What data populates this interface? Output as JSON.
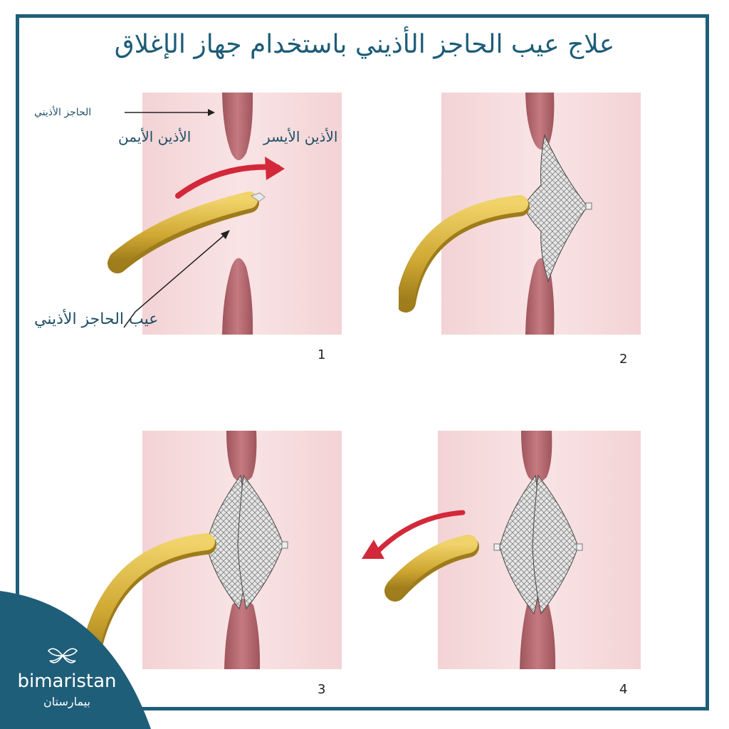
{
  "title": "علاج عيب الحاجز الأذيني باستخدام جهاز الإغلاق",
  "labels": {
    "septum": "الحاجز الأذيني",
    "right_atrium": "الأذين الأيمن",
    "left_atrium": "الأذين الأيسر",
    "defect": "عيب الحاجز الأذيني"
  },
  "panels": [
    "1",
    "2",
    "3",
    "4"
  ],
  "logo": {
    "text": "bimaristan",
    "text_ar": "بيمارستان"
  },
  "colors": {
    "frame": "#1f5e79",
    "tissue": "#b76b71",
    "chamber": "#f6d6d8",
    "catheter": "#d4b23c",
    "arrow": "#d3283a"
  }
}
